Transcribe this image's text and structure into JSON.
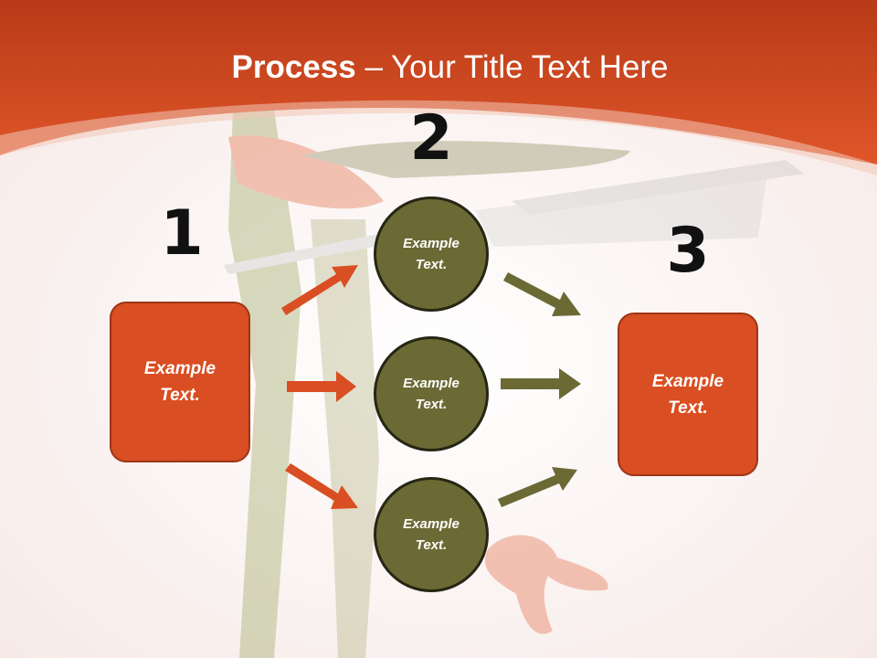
{
  "slide": {
    "title_bold": "Process",
    "title_rest": " – Your Title Text Here",
    "step_numbers": [
      "1",
      "2",
      "3"
    ],
    "left_box_text": "Example Text.",
    "right_box_text": "Example Text.",
    "circles": [
      "Example Text.",
      "Example Text.",
      "Example Text."
    ]
  },
  "colors": {
    "header_orange": "#d94e22",
    "box_fill": "#d94e22",
    "circle_fill": "#6b6a35",
    "arrow_orange": "#d94e22",
    "arrow_olive": "#6b6a35"
  }
}
